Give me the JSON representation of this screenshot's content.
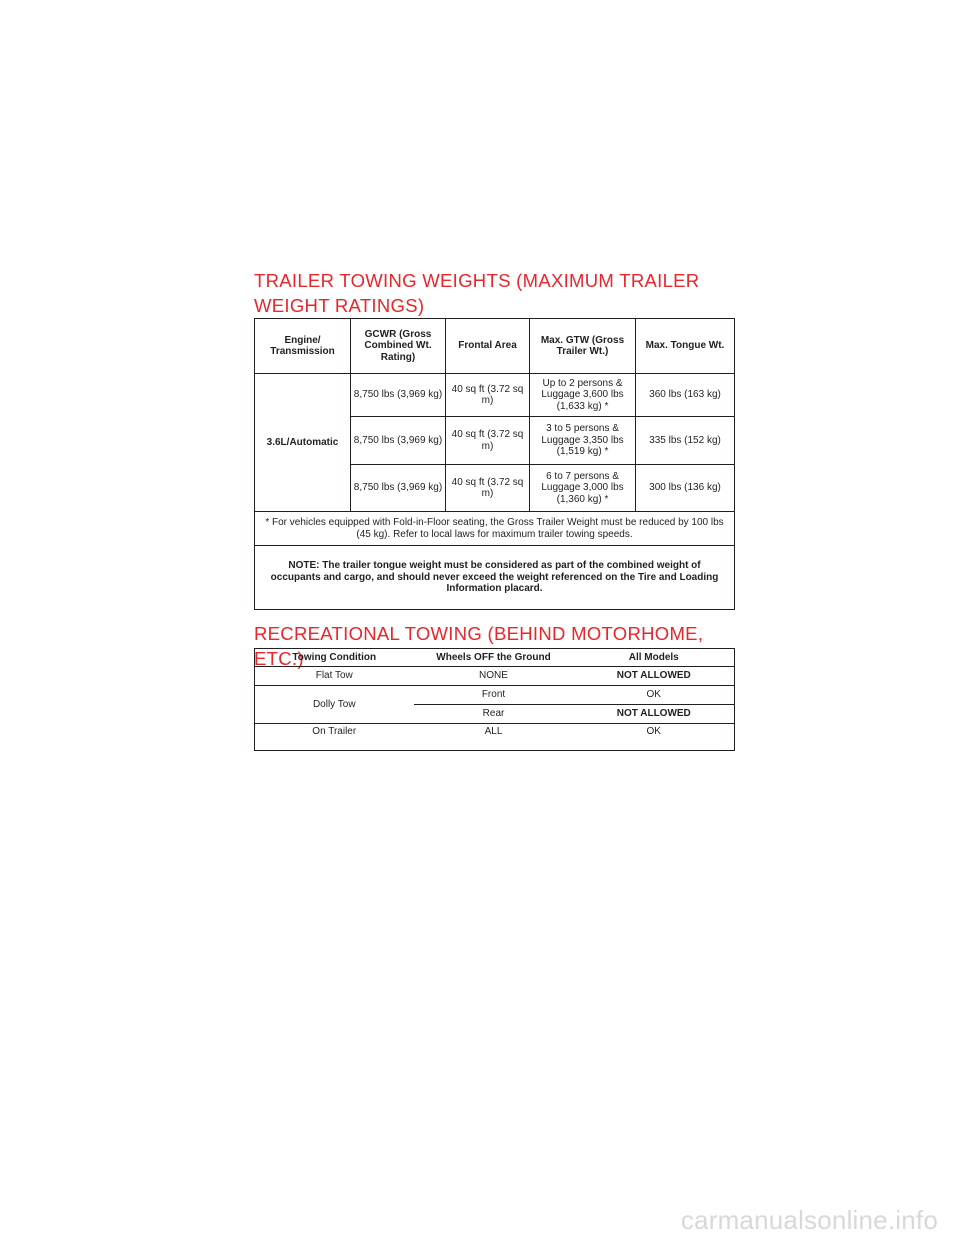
{
  "sections": {
    "trailer_title": "TRAILER TOWING WEIGHTS (MAXIMUM TRAILER WEIGHT RATINGS)",
    "recreational_title": "RECREATIONAL TOWING (BEHIND MOTORHOME, ETC.)"
  },
  "towing_table": {
    "headers": {
      "engine": "Engine/ Transmission",
      "gcwr": "GCWR (Gross Combined Wt. Rating)",
      "frontal": "Frontal Area",
      "gtw": "Max. GTW (Gross Trailer Wt.)",
      "tongue": "Max. Tongue Wt."
    },
    "engine": "3.6L/Automatic",
    "rows": [
      {
        "gcwr": "8,750 lbs (3,969 kg)",
        "frontal": "40 sq ft (3.72 sq m)",
        "gtw": "Up to 2 persons & Luggage 3,600 lbs (1,633 kg) *",
        "tongue": "360 lbs (163 kg)"
      },
      {
        "gcwr": "8,750 lbs (3,969 kg)",
        "frontal": "40 sq ft (3.72 sq m)",
        "gtw": "3 to 5 persons & Luggage 3,350 lbs (1,519 kg) *",
        "tongue": "335 lbs (152 kg)"
      },
      {
        "gcwr": "8,750 lbs (3,969 kg)",
        "frontal": "40 sq ft (3.72 sq m)",
        "gtw": "6 to 7 persons & Luggage 3,000 lbs (1,360 kg) *",
        "tongue": "300 lbs (136 kg)"
      }
    ],
    "footnote": "* For vehicles equipped with Fold-in-Floor seating, the Gross Trailer Weight must be reduced by 100 lbs (45 kg). Refer to local laws for maximum trailer towing speeds.",
    "note": "NOTE: The trailer tongue weight must be considered as part of the combined weight of occupants and cargo, and should never exceed the weight referenced on the Tire and Loading Information placard."
  },
  "recreational_table": {
    "headers": {
      "condition": "Towing Condition",
      "wheels": "Wheels OFF the Ground",
      "models": "All Models"
    },
    "flat": {
      "condition": "Flat Tow",
      "wheels": "NONE",
      "models": "NOT ALLOWED"
    },
    "dolly": {
      "condition": "Dolly Tow",
      "front": {
        "wheels": "Front",
        "models": "OK"
      },
      "rear": {
        "wheels": "Rear",
        "models": "NOT ALLOWED"
      }
    },
    "trailer": {
      "condition": "On Trailer",
      "wheels": "ALL",
      "models": "OK"
    }
  },
  "watermark": "carmanualsonline.info"
}
